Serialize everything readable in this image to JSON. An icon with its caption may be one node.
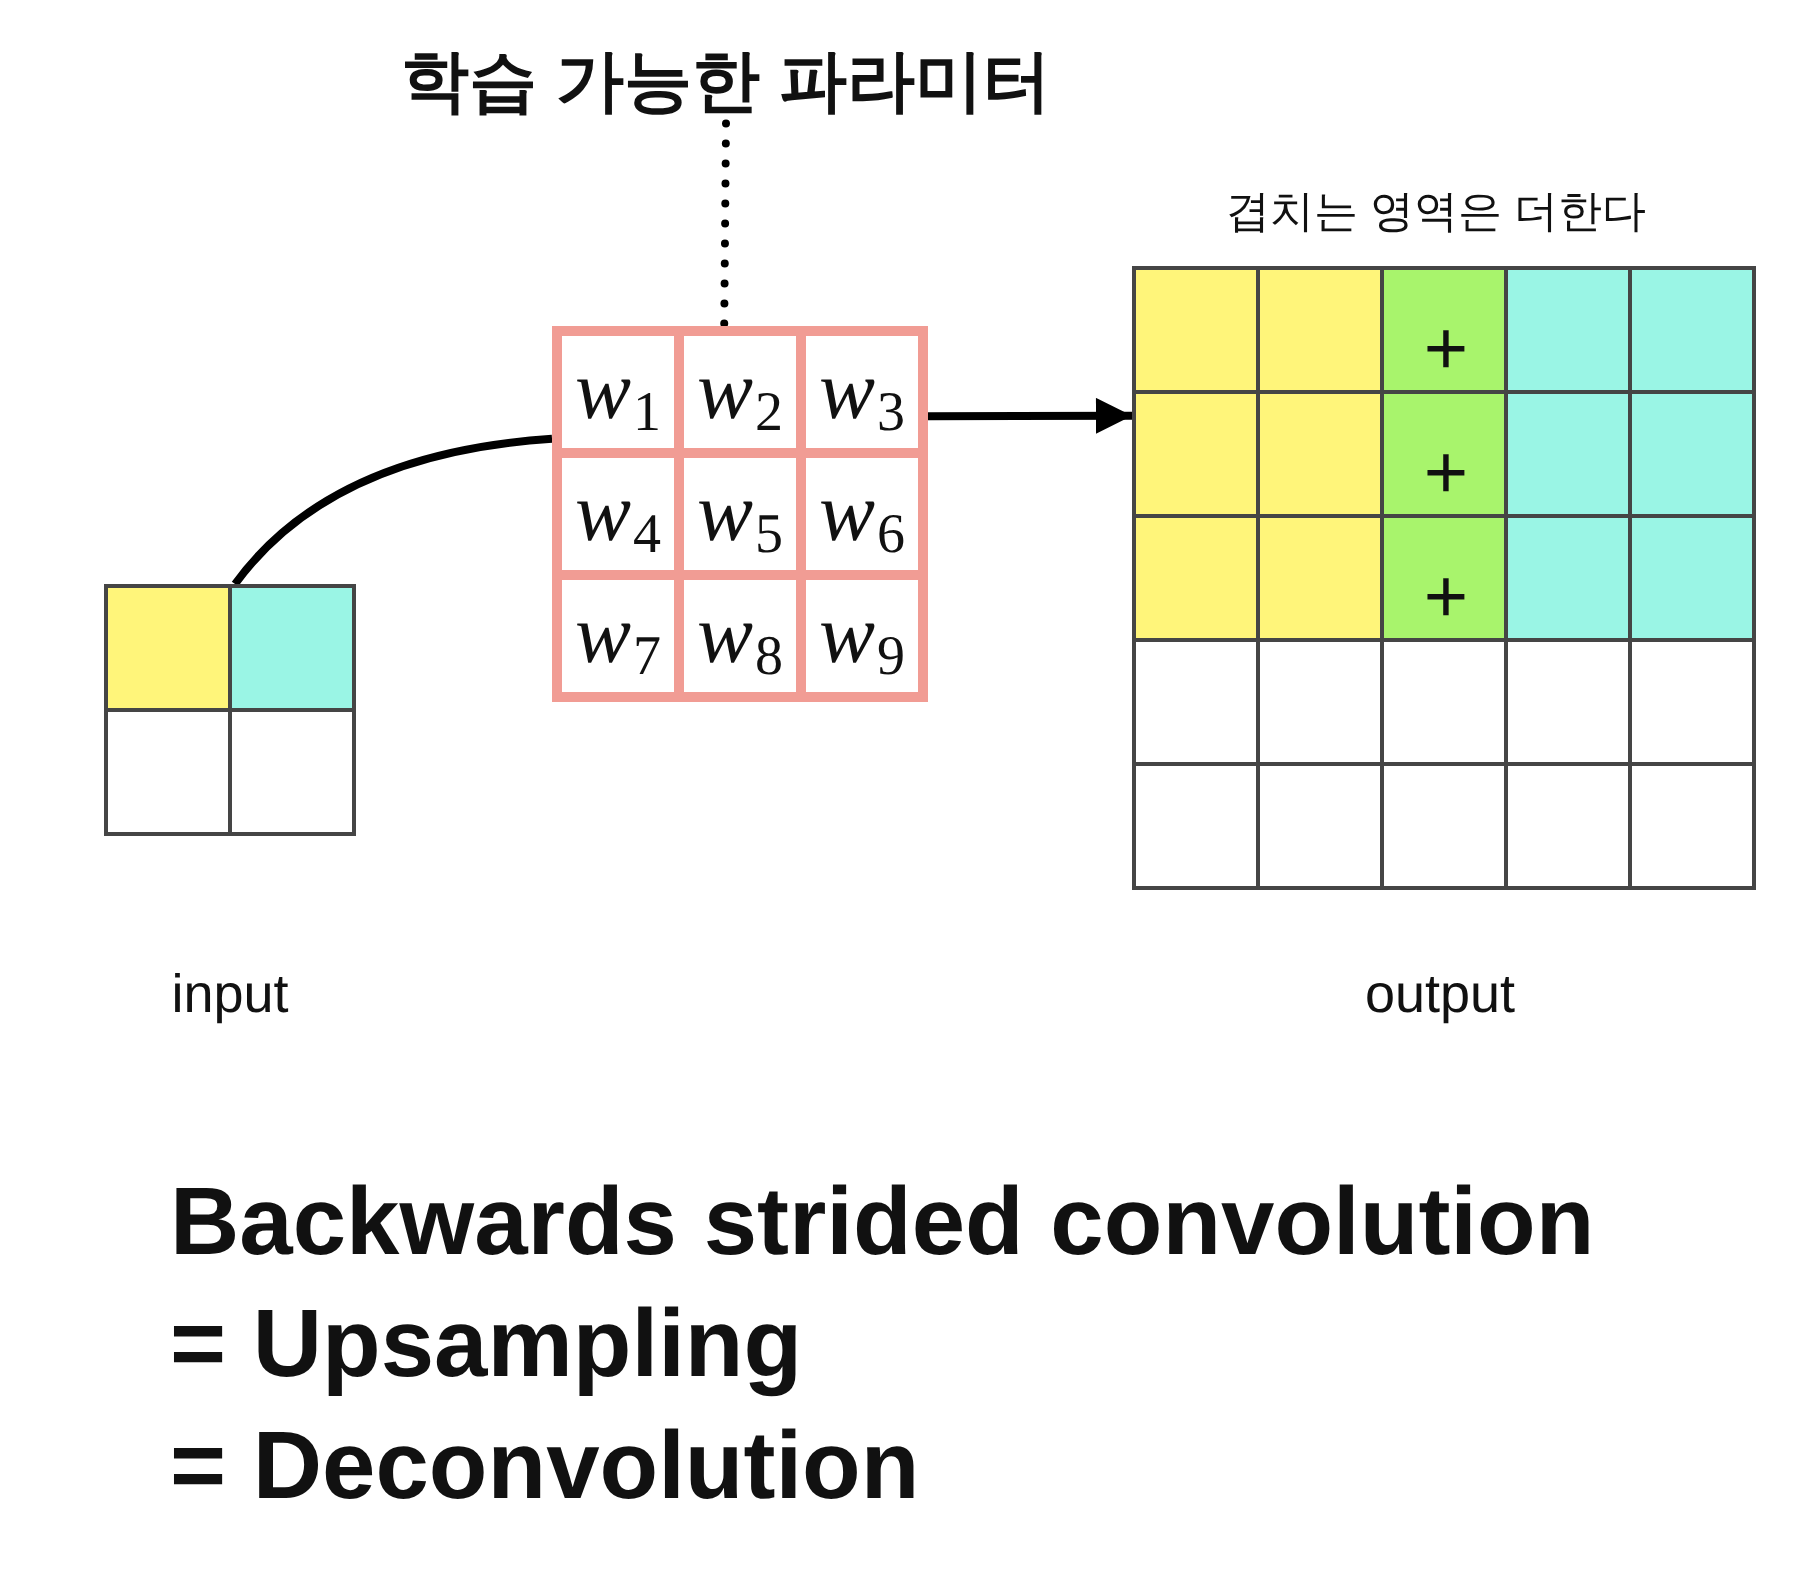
{
  "diagram": {
    "caption": "Backwards strided convolution = Upsampling = Deconvolution",
    "nodes": [
      {
        "text": [
          "학습 가능한 파라미터"
        ]
      },
      {
        "text": [
          "w$_{1}$",
          "w$_{2}$",
          "w$_{3}$",
          "w$_{4}$",
          "w$_{5}$",
          "w$_{6}$",
          "w$_{7}$",
          "w$_{8}$",
          "w$_{9}$"
        ]
      },
      {
        "text": [
          "+",
          "+",
          "+"
        ],
        "beside": [
          "겹치는 영역은 더한다",
          "output"
        ]
      },
      {
        "text": [],
        "shape": "box",
        "beside": [
          "input"
        ]
      }
    ],
    "edges": [
      {
        "from": 0,
        "to": 1,
        "arrow": "none",
        "style": "dashed"
      },
      {
        "from": 3,
        "to": 1,
        "arrow": "none"
      },
      {
        "from": 1,
        "to": 2,
        "arrow": "to"
      }
    ]
  }
}
